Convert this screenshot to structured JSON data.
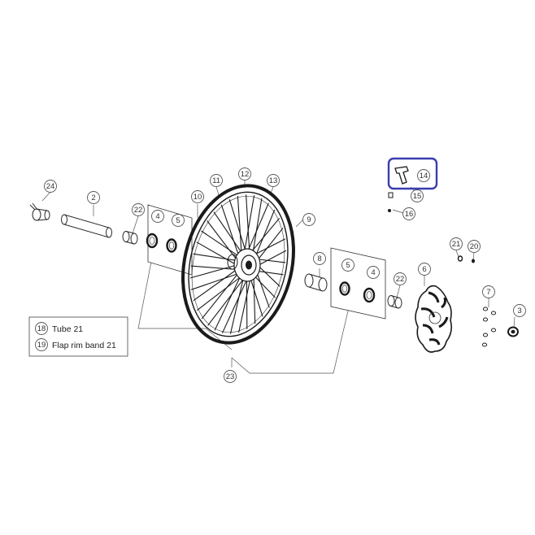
{
  "callouts": {
    "c2": "2",
    "c3": "3",
    "c4a": "4",
    "c4b": "4",
    "c5a": "5",
    "c5b": "5",
    "c6": "6",
    "c7": "7",
    "c8": "8",
    "c9": "9",
    "c10": "10",
    "c11": "11",
    "c12": "12",
    "c13": "13",
    "c14": "14",
    "c15": "15",
    "c16": "16",
    "c18": "18",
    "c19": "19",
    "c20": "20",
    "c21": "21",
    "c22a": "22",
    "c22b": "22",
    "c23": "23",
    "c24": "24"
  },
  "legend": {
    "row1": {
      "num": "18",
      "text": "Tube 21"
    },
    "row2": {
      "num": "19",
      "text": "Flap rim band 21"
    }
  },
  "highlight_color": "#3a3db0"
}
